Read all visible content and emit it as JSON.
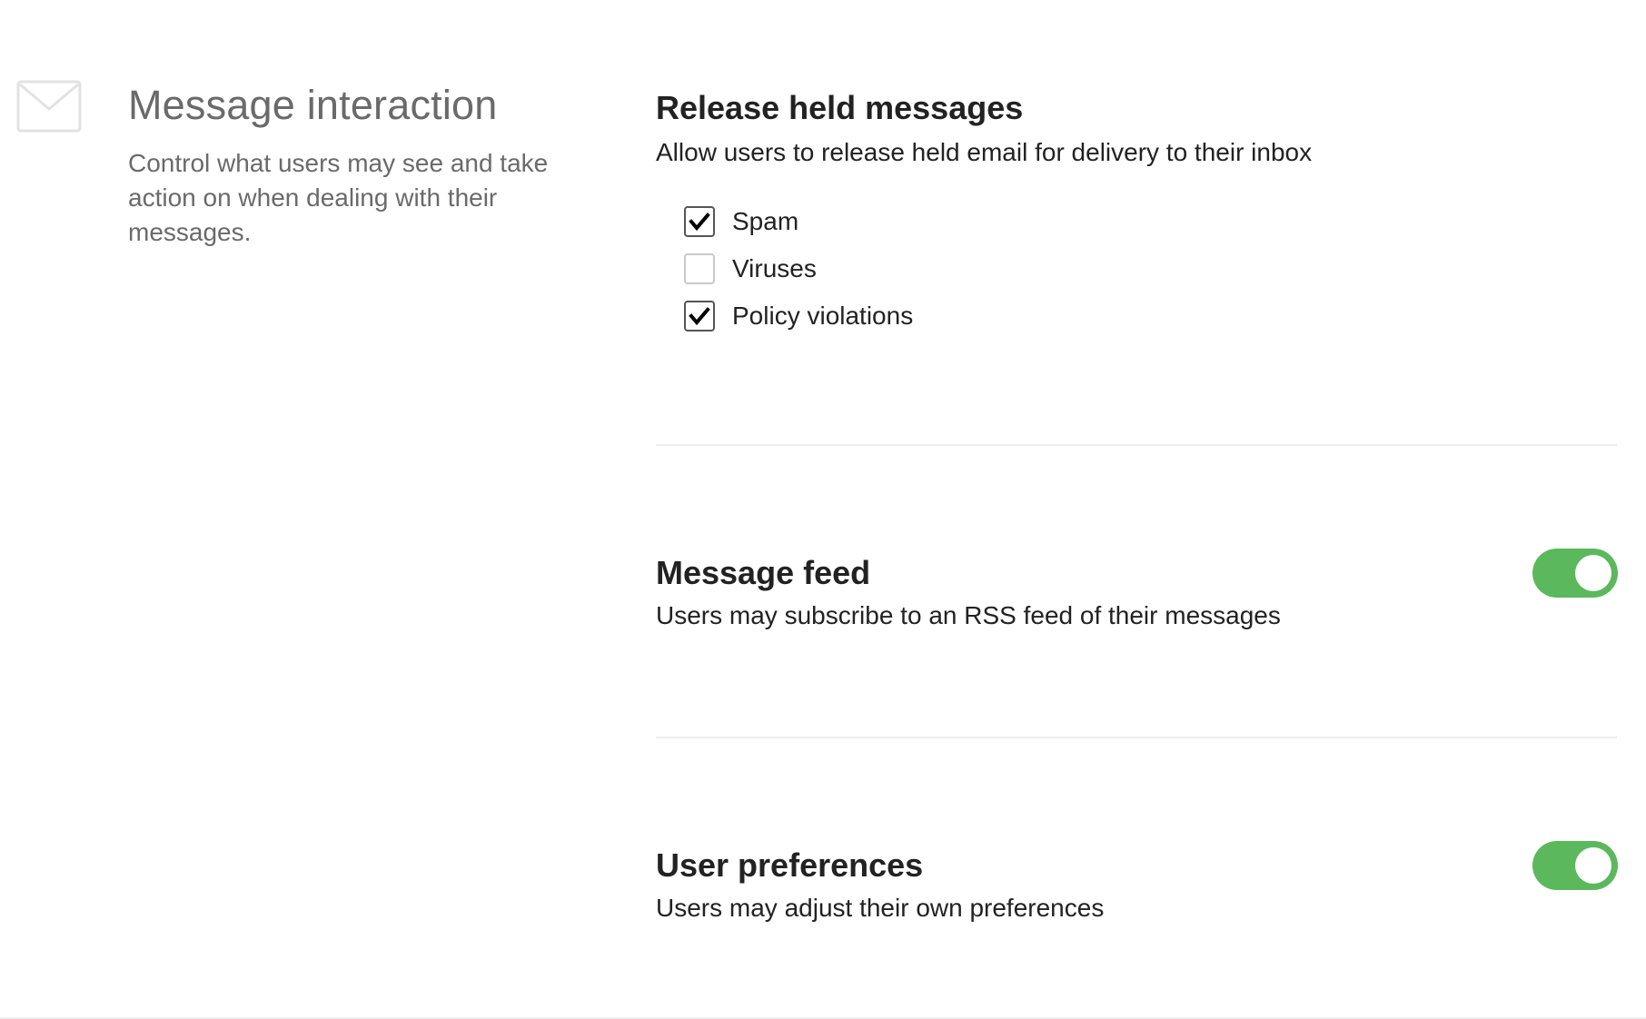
{
  "colors": {
    "toggle_on": "#5cb85c",
    "toggle_off": "#cccccc",
    "muted_text": "#6a6a6a",
    "primary_text": "#222222",
    "divider": "#eeeeee"
  },
  "section": {
    "icon": "envelope-icon",
    "title": "Message interaction",
    "description": "Control what users may see and take action on when dealing with their messages."
  },
  "release": {
    "title": "Release held messages",
    "description": "Allow users to release held email for delivery to their inbox",
    "options": [
      {
        "label": "Spam",
        "checked": true
      },
      {
        "label": "Viruses",
        "checked": false
      },
      {
        "label": "Policy violations",
        "checked": true
      }
    ]
  },
  "feed": {
    "title": "Message feed",
    "description": "Users may subscribe to an RSS feed of their messages",
    "enabled": true
  },
  "preferences": {
    "title": "User preferences",
    "description": "Users may adjust their own preferences",
    "enabled": true
  }
}
